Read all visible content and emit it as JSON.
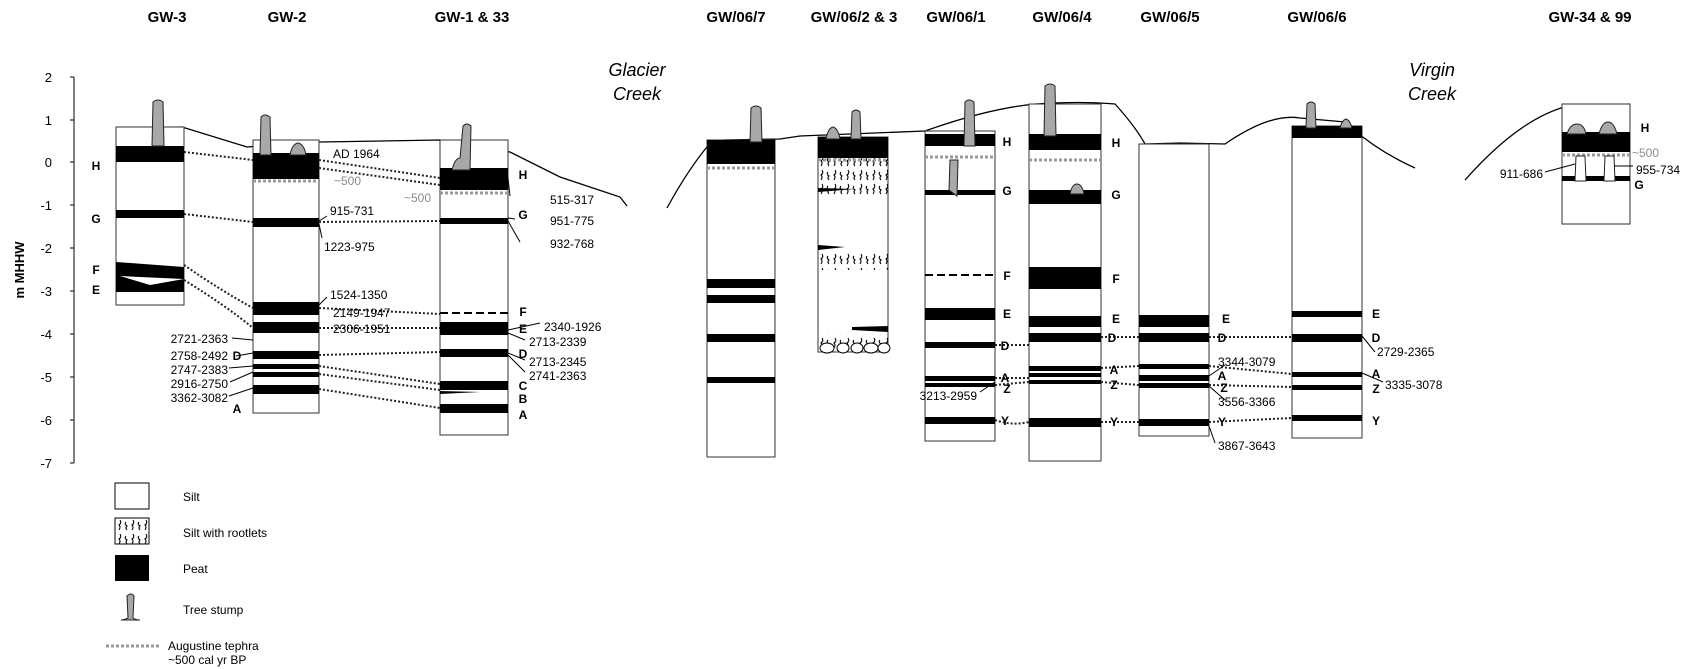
{
  "figure": {
    "column_headers": [
      "GW-3",
      "GW-2",
      "GW-1 & 33",
      "GW/06/7",
      "GW/06/2 & 3",
      "GW/06/1",
      "GW/06/4",
      "GW/06/5",
      "GW/06/6",
      "GW-34 & 99"
    ],
    "y_axis": {
      "title": "m MHHW",
      "ticks": [
        "2",
        "1",
        "0",
        "-1",
        "-2",
        "-3",
        "-4",
        "-5",
        "-6",
        "-7"
      ]
    },
    "creeks": {
      "glacier": [
        "Glacier",
        "Creek"
      ],
      "virgin": [
        "Virgin",
        "Creek"
      ]
    },
    "unit_labels": {
      "gw3": [
        "H",
        "G",
        "F",
        "E",
        "D",
        "A"
      ],
      "gw1": [
        "H",
        "G",
        "F",
        "E",
        "D",
        "C",
        "B",
        "A"
      ],
      "gw061": [
        "H",
        "G",
        "F",
        "E",
        "D",
        "A",
        "Z",
        "Y"
      ],
      "gw064": [
        "H",
        "G",
        "F",
        "E",
        "D",
        "A",
        "Z",
        "Y"
      ],
      "gw065": [
        "E",
        "D",
        "A",
        "Z",
        "Y"
      ],
      "gw066": [
        "E",
        "D",
        "A",
        "Z",
        "Y"
      ],
      "gw34": [
        "H",
        "G"
      ]
    },
    "ages": {
      "ad1964": "AD 1964",
      "tephra500_a": "~500",
      "tephra500_b": "~500",
      "tephra500_c": "~500",
      "a915": "915-731",
      "a1223": "1223-975",
      "a515": "515-317",
      "a951": "951-775",
      "a932": "932-768",
      "a1524": "1524-1350",
      "a2149": "2149-1947",
      "a2306": "2306-1951",
      "a2340": "2340-1926",
      "a2713a": "2713-2339",
      "a2713b": "2713-2345",
      "a2741": "2741-2363",
      "a2721": "2721-2363",
      "a2758": "2758-2492",
      "a2747": "2747-2383",
      "a2916": "2916-2750",
      "a3362": "3362-3082",
      "a3213": "3213-2959",
      "a3344": "3344-3079",
      "a3556": "3556-3366",
      "a3867": "3867-3643",
      "a2729": "2729-2365",
      "a3335": "3335-3078",
      "a911": "911-686",
      "a955": "955-734"
    },
    "legend": [
      {
        "key": "silt",
        "label": "Silt"
      },
      {
        "key": "rootlets",
        "label": "Silt with rootlets"
      },
      {
        "key": "peat",
        "label": "Peat"
      },
      {
        "key": "stump",
        "label": "Tree stump"
      },
      {
        "key": "tephra",
        "label": "Augustine tephra",
        "label2": "~500 cal yr BP"
      }
    ],
    "colors": {
      "peat": "#000000",
      "tephra": "#999999",
      "stump": "#a8a8a8"
    }
  }
}
